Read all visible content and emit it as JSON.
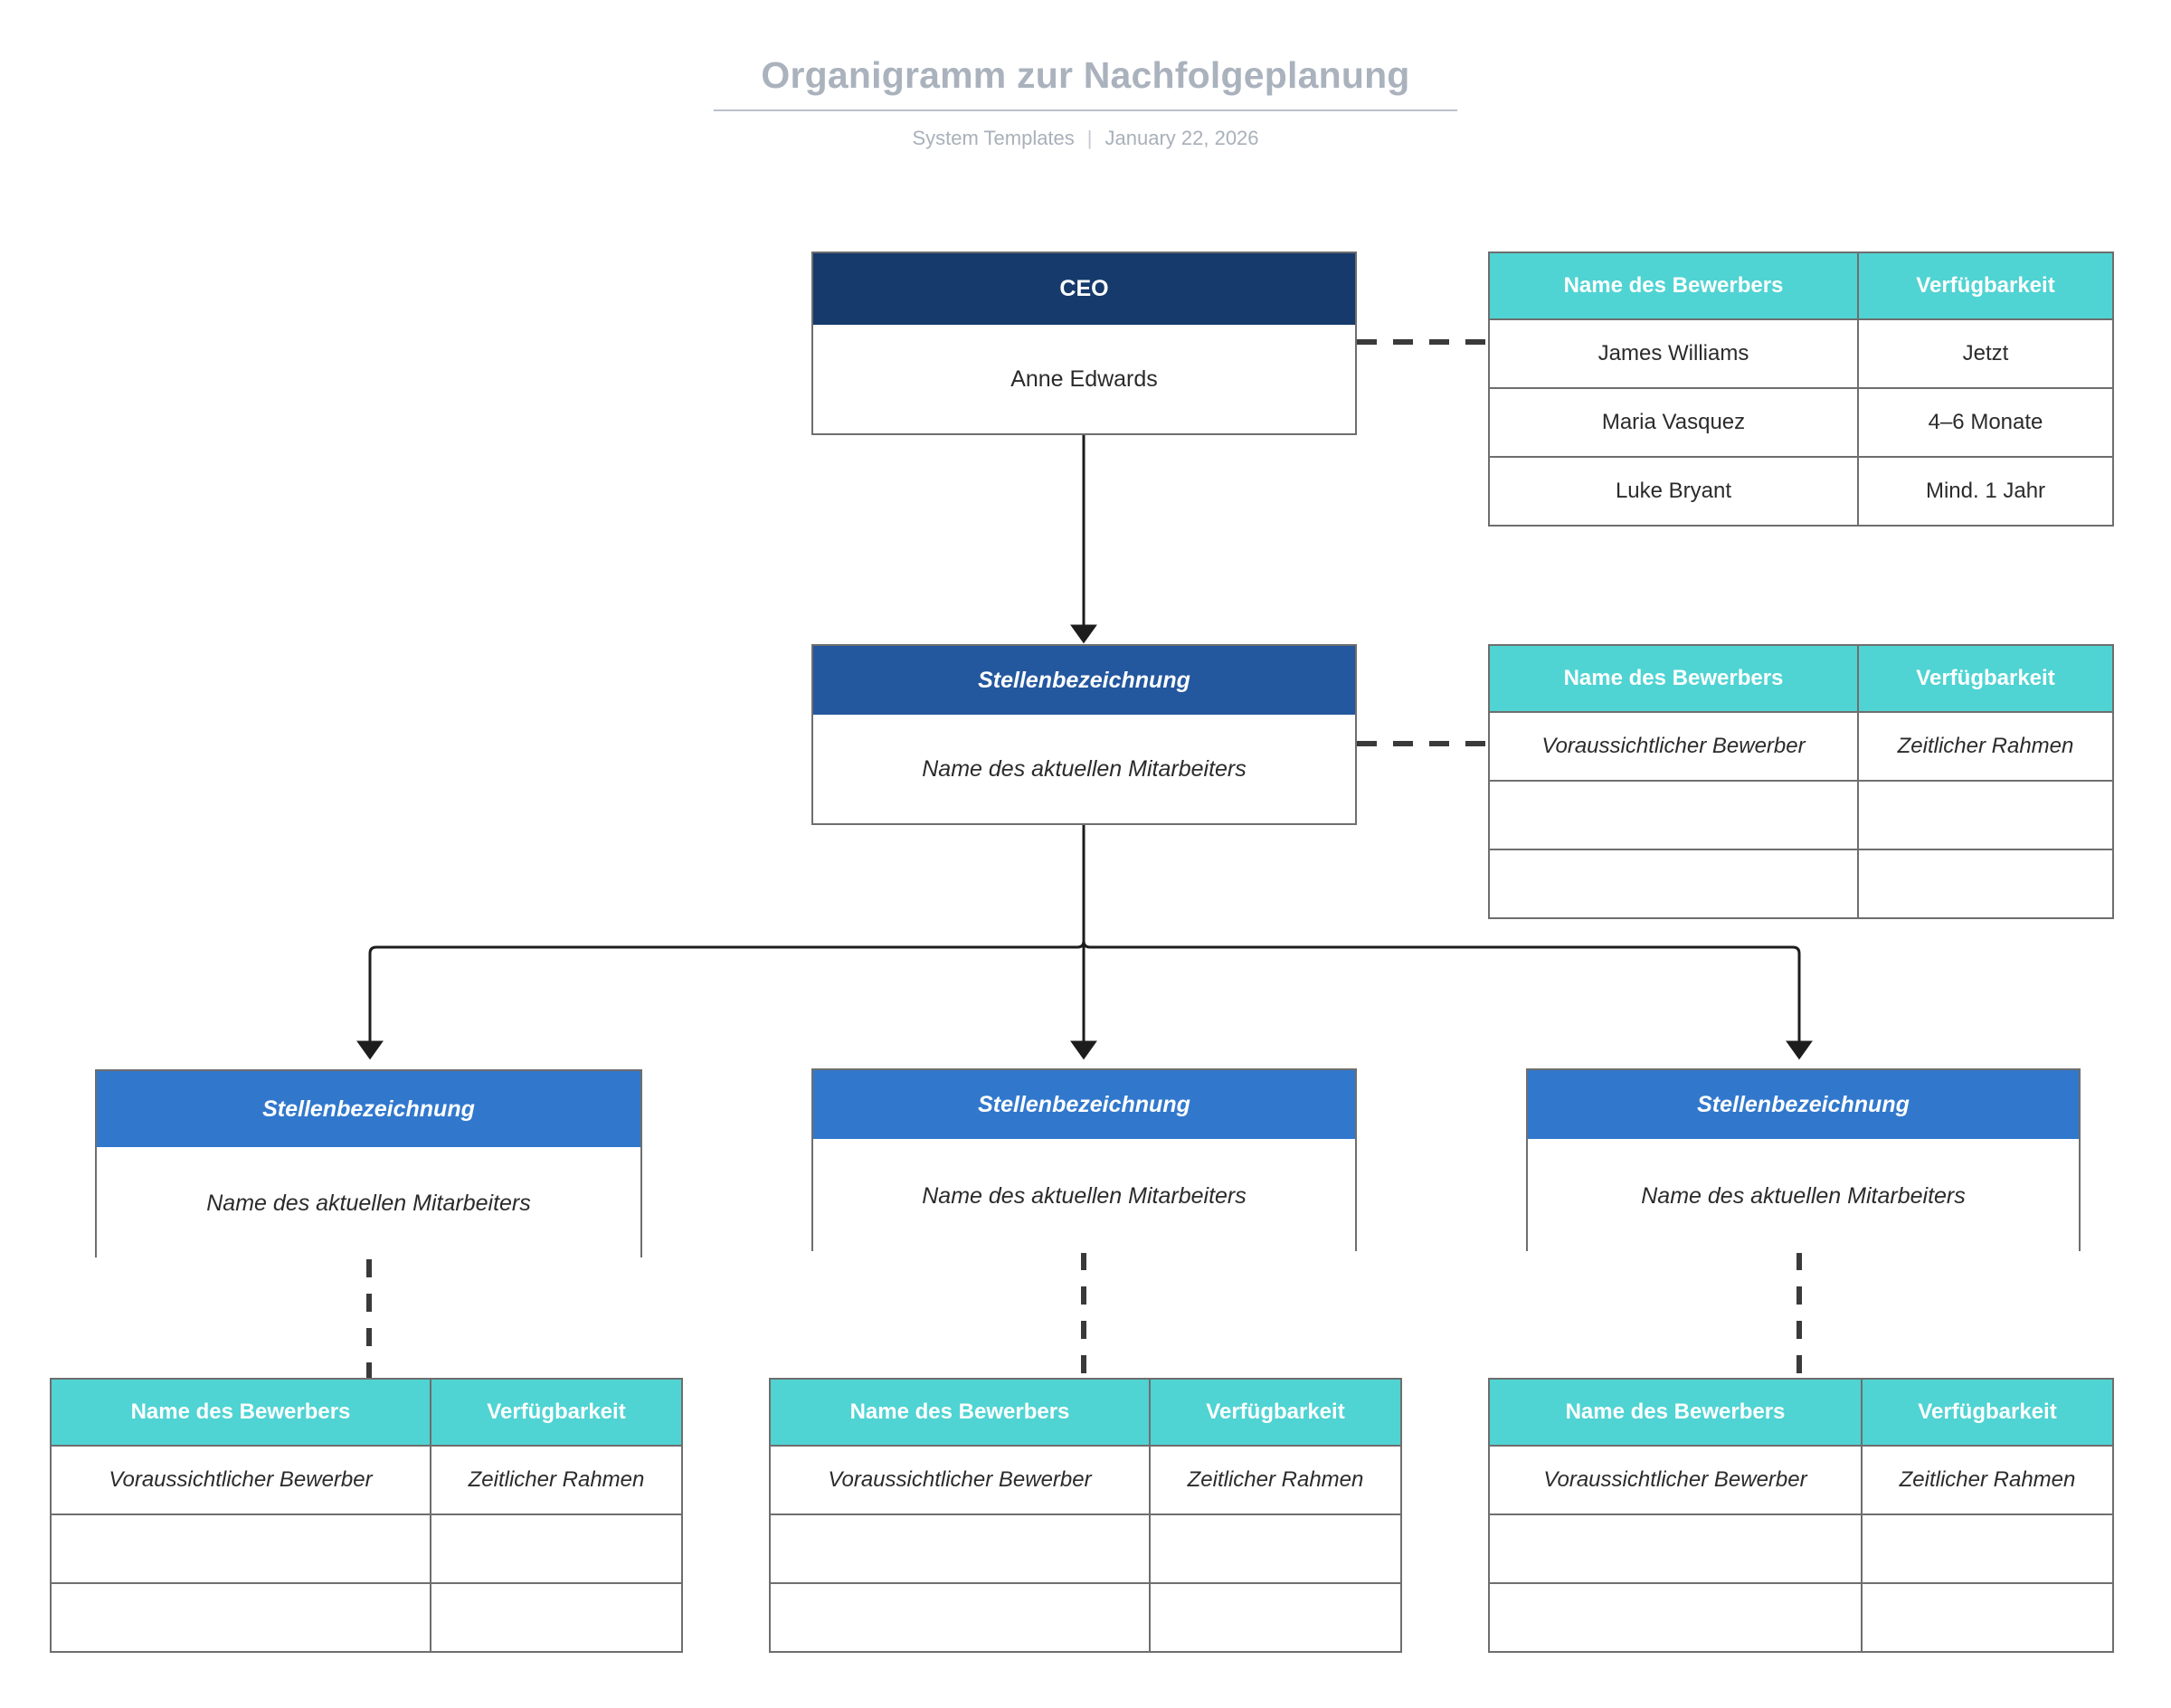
{
  "header": {
    "title": "Organigramm zur Nachfolgeplanung",
    "org": "System Templates",
    "separator": "|",
    "date": "January 22, 2026"
  },
  "labels": {
    "table_header_name": "Name des Bewerbers",
    "table_header_availability": "Verfügbarkeit",
    "placeholder_candidate": "Voraussichtlicher Bewerber",
    "placeholder_timeframe": "Zeitlicher Rahmen",
    "placeholder_job_title": "Stellenbezeichnung",
    "placeholder_employee": "Name des aktuellen Mitarbeiters",
    "empty": ""
  },
  "colors": {
    "level1_header": "#153a6b",
    "level2_header": "#23579e",
    "level3_header": "#3178cd",
    "table_header": "#50d3d3",
    "title_text": "#aab2bd",
    "border": "#6e6e6e",
    "connector": "#1d1d1d"
  },
  "nodes": {
    "ceo": {
      "title": "CEO",
      "name": "Anne Edwards"
    },
    "level2": {
      "title": "Stellenbezeichnung",
      "name": "Name des aktuellen Mitarbeiters"
    },
    "level3": [
      {
        "title": "Stellenbezeichnung",
        "name": "Name des aktuellen Mitarbeiters"
      },
      {
        "title": "Stellenbezeichnung",
        "name": "Name des aktuellen Mitarbeiters"
      },
      {
        "title": "Stellenbezeichnung",
        "name": "Name des aktuellen Mitarbeiters"
      }
    ]
  },
  "tables": {
    "ceo_candidates": {
      "columns": [
        "Name des Bewerbers",
        "Verfügbarkeit"
      ],
      "rows": [
        [
          "James Williams",
          "Jetzt"
        ],
        [
          "Maria Vasquez",
          "4–6 Monate"
        ],
        [
          "Luke Bryant",
          "Mind. 1 Jahr"
        ]
      ]
    },
    "level2_candidates": {
      "columns": [
        "Name des Bewerbers",
        "Verfügbarkeit"
      ],
      "rows": [
        [
          "Voraussichtlicher Bewerber",
          "Zeitlicher Rahmen"
        ],
        [
          "",
          ""
        ],
        [
          "",
          ""
        ]
      ]
    },
    "level3_candidates": [
      {
        "columns": [
          "Name des Bewerbers",
          "Verfügbarkeit"
        ],
        "rows": [
          [
            "Voraussichtlicher Bewerber",
            "Zeitlicher Rahmen"
          ],
          [
            "",
            ""
          ],
          [
            "",
            ""
          ]
        ]
      },
      {
        "columns": [
          "Name des Bewerbers",
          "Verfügbarkeit"
        ],
        "rows": [
          [
            "Voraussichtlicher Bewerber",
            "Zeitlicher Rahmen"
          ],
          [
            "",
            ""
          ],
          [
            "",
            ""
          ]
        ]
      },
      {
        "columns": [
          "Name des Bewerbers",
          "Verfügbarkeit"
        ],
        "rows": [
          [
            "Voraussichtlicher Bewerber",
            "Zeitlicher Rahmen"
          ],
          [
            "",
            ""
          ],
          [
            "",
            ""
          ]
        ]
      }
    ]
  }
}
